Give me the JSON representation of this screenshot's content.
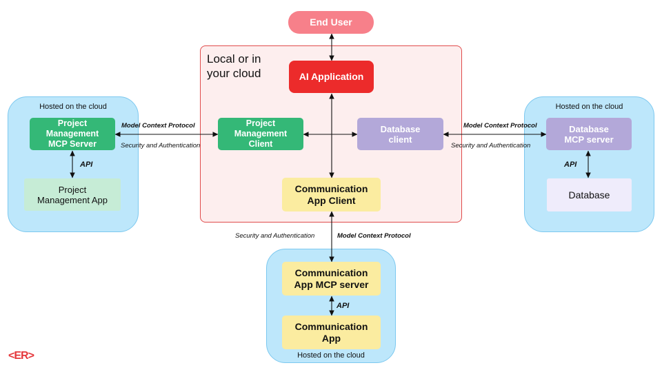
{
  "end_user": "End User",
  "local": {
    "label_line1": "Local or in",
    "label_line2": "your cloud"
  },
  "ai_app": "AI Application",
  "pm_client": {
    "line1": "Project",
    "line2": "Management",
    "line3": "Client"
  },
  "db_client": {
    "line1": "Database",
    "line2": "client"
  },
  "comm_client": {
    "line1": "Communication",
    "line2": "App Client"
  },
  "left_cloud": {
    "label": "Hosted on the cloud",
    "server": {
      "line1": "Project",
      "line2": "Management",
      "line3": "MCP Server"
    },
    "api": "API",
    "app": {
      "line1": "Project",
      "line2": "Management App"
    }
  },
  "right_cloud": {
    "label": "Hosted on the cloud",
    "server": {
      "line1": "Database",
      "line2": "MCP server"
    },
    "api": "API",
    "app": "Database"
  },
  "bottom_cloud": {
    "label": "Hosted on the cloud",
    "server": {
      "line1": "Communication",
      "line2": "App MCP server"
    },
    "api": "API",
    "app": {
      "line1": "Communication",
      "line2": "App"
    }
  },
  "edge_labels": {
    "mcp": "Model Context Protocol",
    "security": "Security and Authentication"
  },
  "logo": "<ER>",
  "colors": {
    "pink": "#f7808a",
    "red": "#ec2b2b",
    "green": "#34b877",
    "purple": "#b3a8d9",
    "yellow": "#fbeca0",
    "cloud": "#bde7fb",
    "local_bg": "#fdeeee",
    "local_border": "#e04a4a"
  }
}
